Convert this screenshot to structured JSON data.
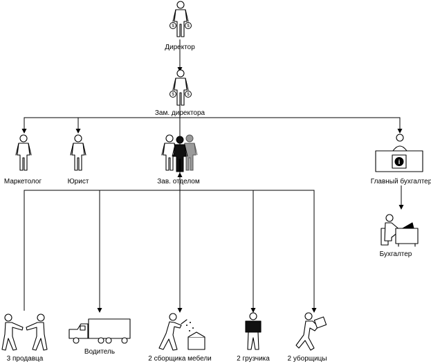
{
  "nodes": {
    "director": "Директор",
    "deputy": "Зам. директора",
    "marketer": "Маркетолог",
    "lawyer": "Юрист",
    "head_of_dept": "Зав. отделом",
    "chief_accountant": "Главный бухгалтер",
    "accountant": "Бухгалтер",
    "sellers": "3 продавца",
    "driver": "Водитель",
    "assemblers": "2 сборщика мебели",
    "loaders": "2 грузчика",
    "cleaners": "2 уборщицы"
  },
  "icons": {
    "money": "$",
    "info": "i"
  }
}
